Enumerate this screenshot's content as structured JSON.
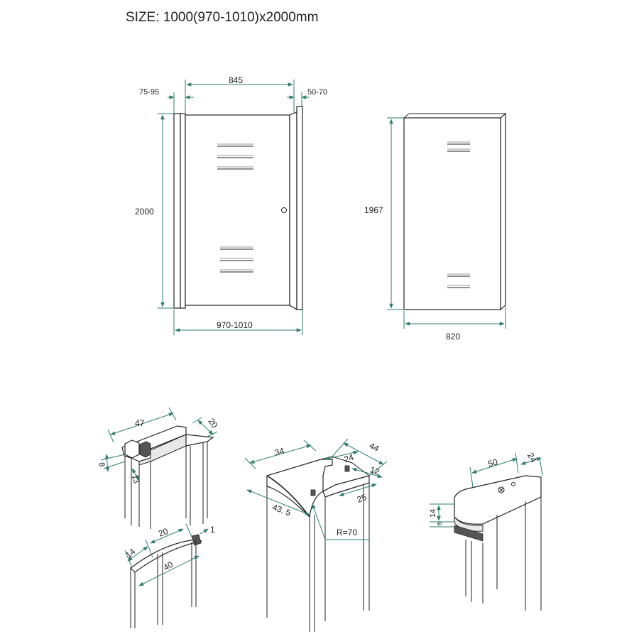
{
  "title": "SIZE: 1000(970-1010)x2000mm",
  "front_view": {
    "dim_left_wall": "75-95",
    "dim_top_glass": "845",
    "dim_right_wall": "50-70",
    "dim_height": "2000",
    "dim_bottom_width": "970-1010"
  },
  "door_view": {
    "dim_height": "1967",
    "dim_width": "820"
  },
  "profile_wall": {
    "dim_width": "47",
    "dim_depth": "20",
    "dim_slot": "8",
    "dim_inner": "13"
  },
  "profile_curved": {
    "dim_14": "14",
    "dim_20": "20",
    "dim_1": "1",
    "dim_40": "40"
  },
  "profile_handle": {
    "dim_34": "34",
    "dim_24": "24",
    "dim_44": "44",
    "dim_12": "12",
    "dim_25": "25",
    "dim_43_5": "43. 5",
    "dim_radius": "R=70"
  },
  "hinge_detail": {
    "dim_50": "50",
    "dim_24": "24",
    "dim_14": "14",
    "dim_3": "3"
  },
  "colors": {
    "line": "#222222",
    "dimension_line": "#2e7d6b",
    "background": "#ffffff"
  }
}
